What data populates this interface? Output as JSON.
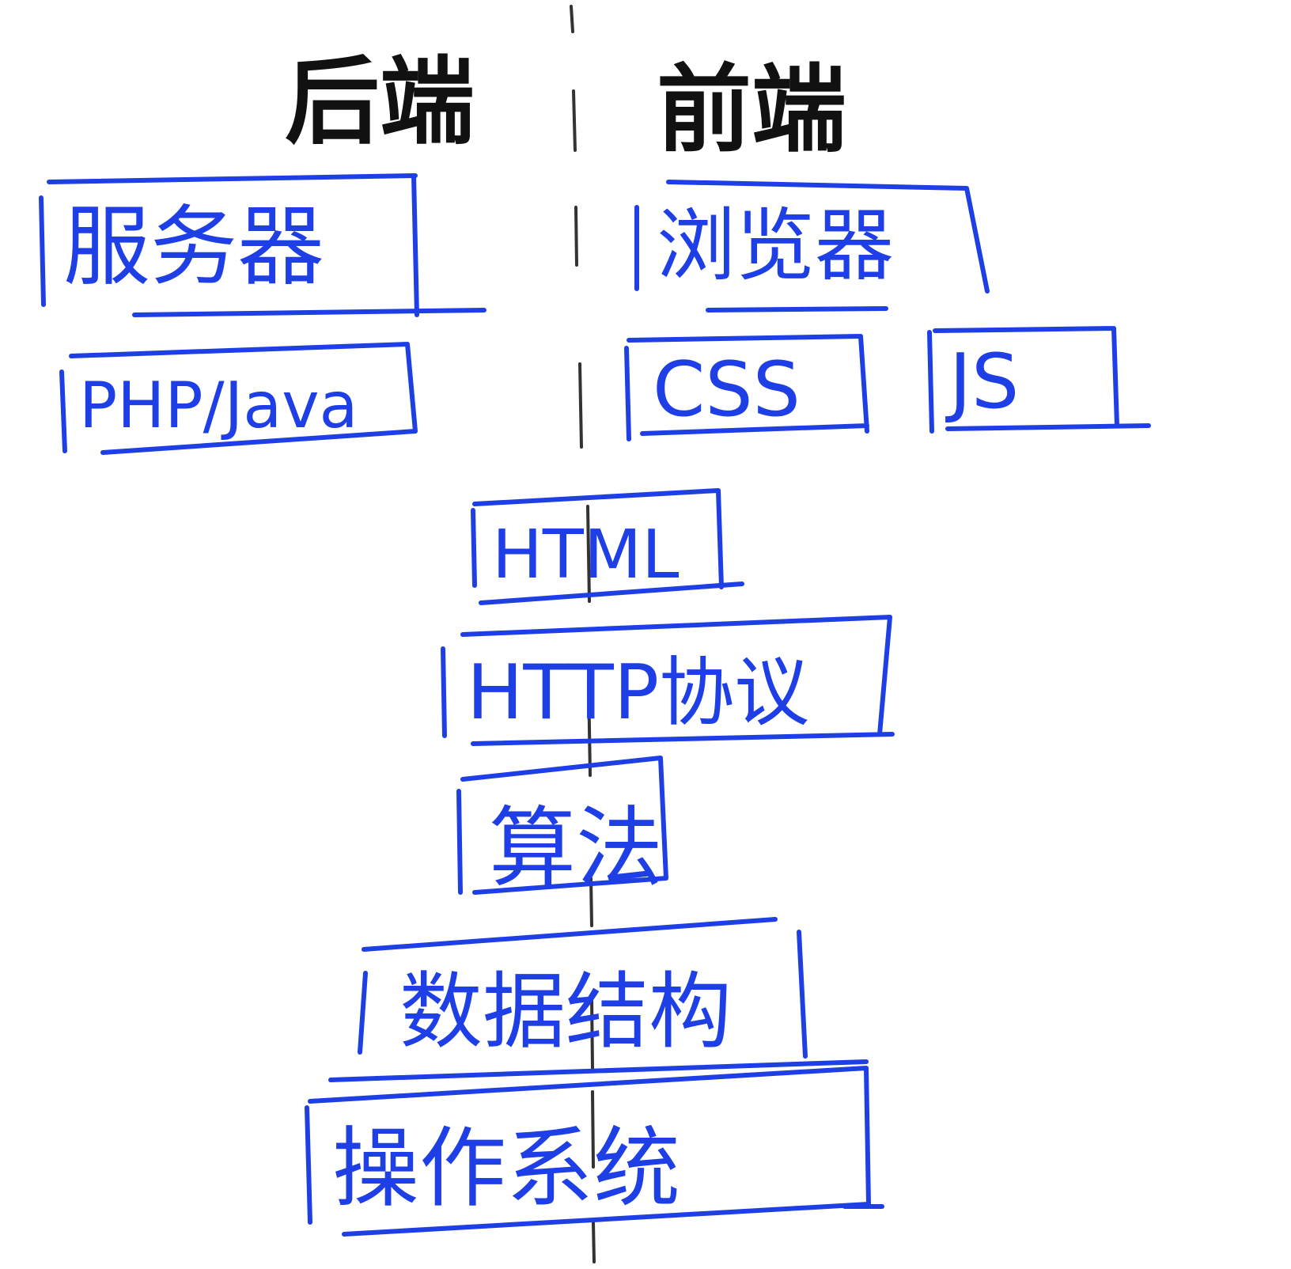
{
  "colors": {
    "background": "#ffffff",
    "box_ink": "#1f3fe6",
    "heading_ink": "#111111",
    "divider_ink": "#333333"
  },
  "headings": {
    "backend": "后端",
    "frontend": "前端"
  },
  "boxes": {
    "server": "服务器",
    "php_java": "PHP/Java",
    "browser": "浏览器",
    "css": "CSS",
    "js": "JS",
    "html": "HTML",
    "http": "HTTP协议",
    "algorithm": "算法",
    "data_structure": "数据结构",
    "os": "操作系统"
  }
}
